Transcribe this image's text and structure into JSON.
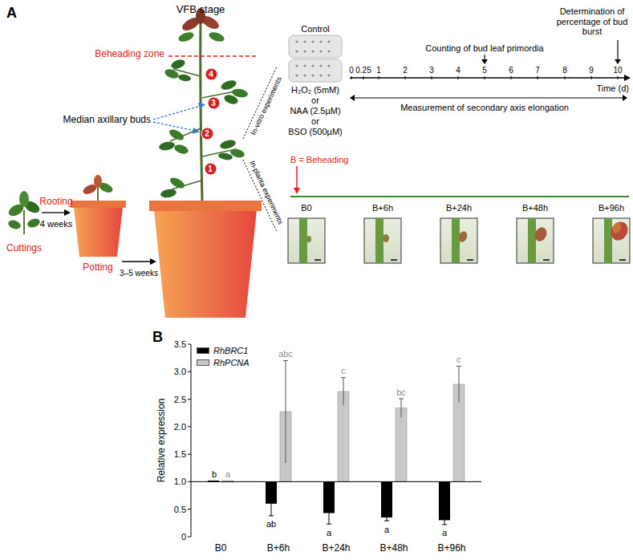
{
  "diagram": {
    "nodes": [
      {
        "text": [
          "4"
        ]
      },
      {
        "text": [
          "3"
        ]
      },
      {
        "text": [
          "2"
        ]
      },
      {
        "text": [
          "1"
        ]
      }
    ],
    "labels": [
      "A",
      "VFB stage",
      "Beheading zone",
      "Median axillary buds",
      "Rooting",
      "4 weeks",
      "Cuttings",
      "Potting",
      "3–5 weeks",
      "Control",
      "H₂O₂ (5mM)",
      "or",
      "NAA (2.5µM)",
      "or",
      "BSO (500µM)",
      "In-vitro experiments",
      "In-planta experiments",
      "B = Beheading",
      "Counting of bud leaf primordia",
      "Determination of percentage of bud burst",
      "0",
      "0.25",
      "1",
      "2",
      "3",
      "4",
      "5",
      "6",
      "7",
      "8",
      "9",
      "10",
      "Time (d)",
      "Measurement of secondary axis elongation",
      "B0",
      "B+6h",
      "B+24h",
      "B+48h",
      "B+96h",
      "B",
      "3.5",
      "3.0",
      "2.5",
      "2.0",
      "1.5",
      "1.0",
      "0.5",
      "0",
      "Relative expression",
      "b",
      "ab",
      "a",
      "a",
      "a",
      "a",
      "abc",
      "c",
      "bc",
      "c",
      "B0",
      "B+6h",
      "B+24h",
      "B+48h",
      "B+96h"
    ],
    "legend": [
      {
        "text": "RhBRC1",
        "color": "#000000"
      },
      {
        "text": "RhPCNA",
        "color": "#c8c8c8"
      }
    ]
  }
}
